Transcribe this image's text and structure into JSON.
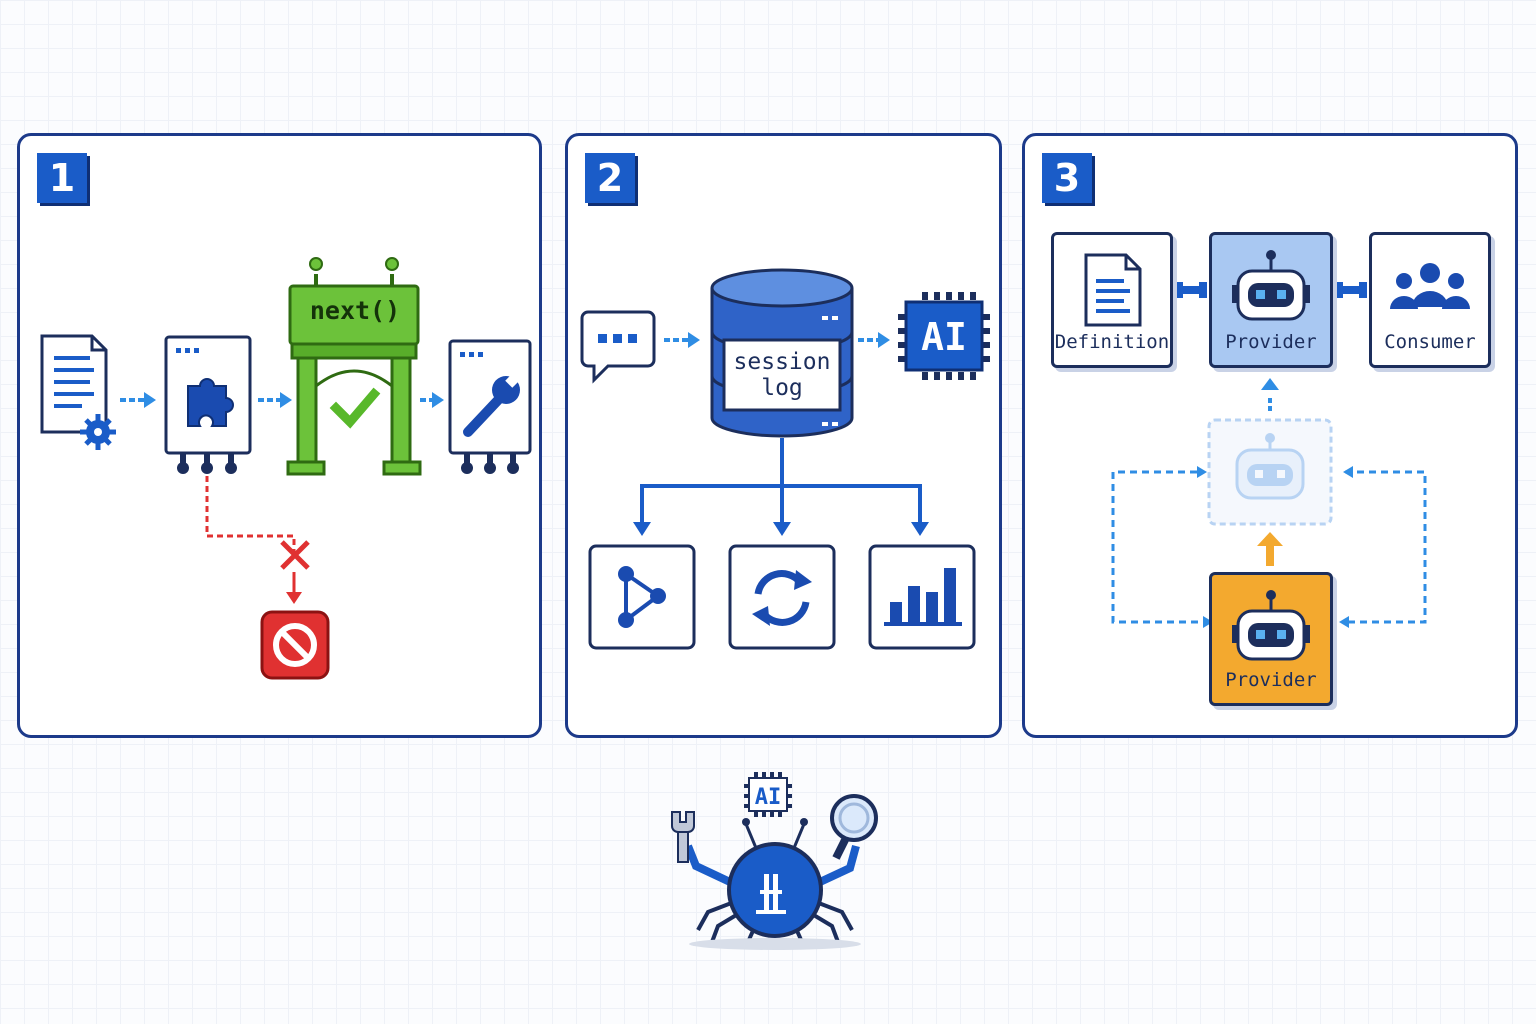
{
  "panels": [
    {
      "badge": "1",
      "gate_label": "next()"
    },
    {
      "badge": "2",
      "db_label_line1": "session",
      "db_label_line2": "log",
      "chip_label": "AI"
    },
    {
      "badge": "3",
      "definition_label": "Definition",
      "provider_label": "Provider",
      "consumer_label": "Consumer",
      "provider_new_label": "Provider"
    }
  ],
  "mascot": {
    "chip_label": "AI"
  },
  "colors": {
    "accent_blue": "#1a5cc8",
    "dark_navy": "#1c3a8a",
    "gate_green": "#6cc23a",
    "error_red": "#e03131",
    "provider_orange": "#f3a92f",
    "provider_light_blue": "#a9c8f2"
  }
}
